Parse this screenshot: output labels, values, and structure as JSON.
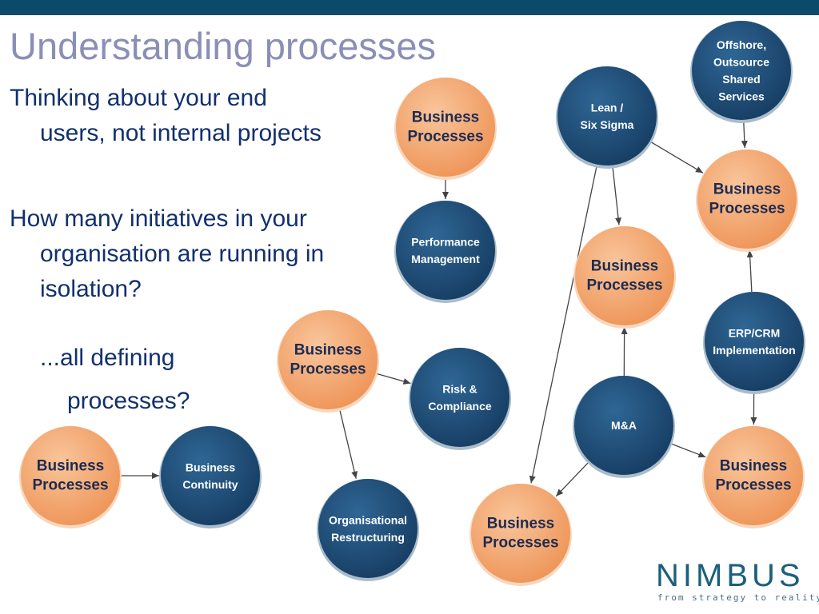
{
  "title": "Understanding processes",
  "bullets": [
    {
      "lines": [
        "Thinking about your end",
        "users, not internal projects"
      ]
    },
    {
      "lines": [
        "How many initiatives in your",
        "organisation are running in",
        "isolation?"
      ]
    },
    {
      "lines": [
        "...all defining",
        "processes?"
      ]
    }
  ],
  "colors": {
    "orange_node": "#f2a36b",
    "blue_node": "#1f4e79",
    "title": "#8b8fb6",
    "body_text": "#12306e",
    "top_bar": "#0b4b69"
  },
  "diagram": {
    "nodes": [
      {
        "id": "bp1",
        "kind": "process",
        "lines": [
          "Business",
          "Processes"
        ]
      },
      {
        "id": "perf",
        "kind": "initiative",
        "lines": [
          "Performance",
          "Management"
        ]
      },
      {
        "id": "bp2",
        "kind": "process",
        "lines": [
          "Business",
          "Processes"
        ]
      },
      {
        "id": "risk",
        "kind": "initiative",
        "lines": [
          "Risk &",
          "Compliance"
        ]
      },
      {
        "id": "org",
        "kind": "initiative",
        "lines": [
          "Organisational",
          "Restructuring"
        ]
      },
      {
        "id": "bp3",
        "kind": "process",
        "lines": [
          "Business",
          "Processes"
        ]
      },
      {
        "id": "bc",
        "kind": "initiative",
        "lines": [
          "Business",
          "Continuity"
        ]
      },
      {
        "id": "lean",
        "kind": "initiative",
        "lines": [
          "Lean /",
          "Six Sigma"
        ]
      },
      {
        "id": "offshore",
        "kind": "initiative",
        "lines": [
          "Offshore,",
          "Outsource",
          "Shared",
          "Services"
        ]
      },
      {
        "id": "bp4",
        "kind": "process",
        "lines": [
          "Business",
          "Processes"
        ]
      },
      {
        "id": "bp5",
        "kind": "process",
        "lines": [
          "Business",
          "Processes"
        ]
      },
      {
        "id": "erp",
        "kind": "initiative",
        "lines": [
          "ERP/CRM",
          "Implementation"
        ]
      },
      {
        "id": "ma",
        "kind": "initiative",
        "lines": [
          "M&A"
        ]
      },
      {
        "id": "bp6",
        "kind": "process",
        "lines": [
          "Business",
          "Processes"
        ]
      },
      {
        "id": "bp7",
        "kind": "process",
        "lines": [
          "Business",
          "Processes"
        ]
      }
    ],
    "edges": [
      {
        "from": "bp1",
        "to": "perf"
      },
      {
        "from": "bp2",
        "to": "risk"
      },
      {
        "from": "bp2",
        "to": "org"
      },
      {
        "from": "bp3",
        "to": "bc"
      },
      {
        "from": "offshore",
        "to": "bp4"
      },
      {
        "from": "lean",
        "to": "bp4"
      },
      {
        "from": "lean",
        "to": "bp5"
      },
      {
        "from": "lean",
        "to": "bp7"
      },
      {
        "from": "erp",
        "to": "bp4"
      },
      {
        "from": "erp",
        "to": "bp6"
      },
      {
        "from": "ma",
        "to": "bp5"
      },
      {
        "from": "ma",
        "to": "bp6"
      },
      {
        "from": "ma",
        "to": "bp7"
      }
    ]
  },
  "logo": {
    "name": "NIMBUS",
    "tagline": "from strategy to reality"
  }
}
